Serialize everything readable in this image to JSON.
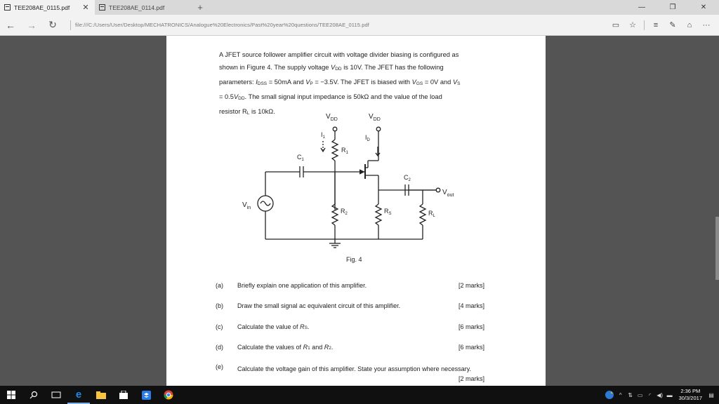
{
  "tabs": [
    {
      "label": "TEE208AE_0115.pdf",
      "active": true
    },
    {
      "label": "TEE208AE_0114.pdf",
      "active": false
    }
  ],
  "address": {
    "url": "file:///C:/Users/User/Desktop/MECHATRONICS/Analogue%20Electronics/Past%20year%20questions/TEE208AE_0115.pdf"
  },
  "question": {
    "intro_line1": "A JFET source follower amplifier circuit with voltage divider biasing is configured as",
    "intro_line2a": "shown in Figure 4. The supply voltage ",
    "intro_vdd_v": "V",
    "intro_vdd_sub": "DD",
    "intro_line2b": " is 10V. The JFET has the following",
    "intro_line3a": "parameters: ",
    "intro_idss_i": "I",
    "intro_idss_sub": "DSS",
    "intro_line3b": " = 50mA and ",
    "intro_vp_v": "V",
    "intro_vp_sub": "P",
    "intro_line3c": " = −3.5V. The JFET is biased with ",
    "intro_vgs_v": "V",
    "intro_vgs_sub": "GS",
    "intro_line3d": " = 0V and ",
    "intro_vs_v": "V",
    "intro_vs_sub": "S",
    "intro_line4a": "= 0.5",
    "intro_vdd2_v": "V",
    "intro_vdd2_sub": "DD",
    "intro_line4b": ". The small signal input impedance is 50kΩ and the value of the load",
    "intro_line5": "resistor R",
    "intro_line5_sub": "L",
    "intro_line5b": " is 10kΩ."
  },
  "figure": {
    "caption": "Fig. 4",
    "vdd_left": "V",
    "vdd_left_sub": "DD",
    "vdd_right": "V",
    "vdd_right_sub": "DD",
    "i1": "I",
    "i1_sub": "1",
    "id": "I",
    "id_sub": "D",
    "r1": "R",
    "r1_sub": "1",
    "r2": "R",
    "r2_sub": "2",
    "rs": "R",
    "rs_sub": "S",
    "rl": "R",
    "rl_sub": "L",
    "c1": "C",
    "c1_sub": "1",
    "c2": "C",
    "c2_sub": "2",
    "vin": "V",
    "vin_sub": "in",
    "vout": "V",
    "vout_sub": "out"
  },
  "subquestions": [
    {
      "label": "(a)",
      "text": "Briefly explain one application of this amplifier.",
      "marks": "[2 marks]"
    },
    {
      "label": "(b)",
      "text": "Draw the small signal ac equivalent circuit of this amplifier.",
      "marks": "[4 marks]"
    },
    {
      "label": "(c)",
      "text_a": "Calculate the value of ",
      "text_i": "R",
      "text_sub": "S",
      "text_b": ".",
      "marks": "[6 marks]"
    },
    {
      "label": "(d)",
      "text_a": "Calculate the values of ",
      "text_i1": "R",
      "text_sub1": "1",
      "text_mid": " and ",
      "text_i2": "R",
      "text_sub2": "2",
      "text_b": ".",
      "marks": "[6 marks]"
    },
    {
      "label": "(e)",
      "text": "Calculate the voltage gain of this amplifier. State your assumption where necessary.",
      "marks": "[2 marks]"
    }
  ],
  "taskbar": {
    "time": "2:36 PM",
    "date": "30/3/2017"
  },
  "colors": {
    "tabbar": "#d9d9d9",
    "active_tab": "#f2f2f2",
    "viewer_bg": "#545454",
    "taskbar": "#101010",
    "edge_blue": "#1e88e5"
  }
}
